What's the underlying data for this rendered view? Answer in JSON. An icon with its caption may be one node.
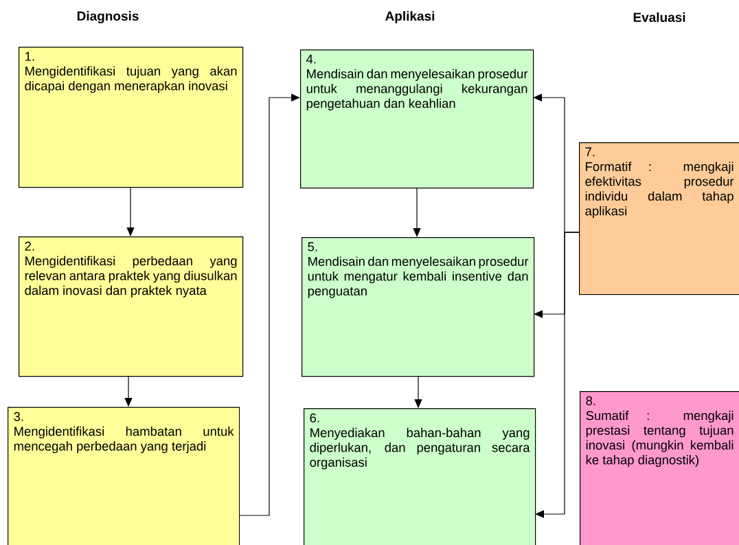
{
  "diagram": {
    "nodes": [
      {
        "text": [
          "1.",
          "Mengidentifikasi tujuan yang akan dicapai dengan menerapkan inovasi"
        ]
      },
      {
        "text": [
          "2.",
          "Mengidentifikasi perbedaan yang relevan antara praktek yang diusulkan dalam inovasi dan praktek nyata"
        ]
      },
      {
        "text": [
          "3.",
          "Mengidentifikasi hambatan untuk mencegah perbedaan yang terjadi"
        ]
      },
      {
        "text": [
          "4.",
          "Mendisain dan menyelesaikan prosedur untuk menanggulangi kekurangan pengetahuan dan keahlian"
        ]
      },
      {
        "text": [
          "5.",
          "Mendisain dan menyelesaikan prosedur untuk mengatur kembali insentive dan penguatan"
        ]
      },
      {
        "text": [
          "6.",
          "Menyediakan bahan-bahan yang diperlukan, dan pengaturan secara organisasi"
        ]
      },
      {
        "text": [
          "7.",
          "Formatif : mengkaji efektivitas prosedur individu dalam tahap aplikasi"
        ]
      },
      {
        "text": [
          "8.",
          "Sumatif : mengkaji prestasi tentang tujuan inovasi (mungkin kembali ke tahap diagnostik)"
        ]
      }
    ],
    "edges": [
      {
        "from": 0,
        "to": 1,
        "arrow": "to"
      },
      {
        "from": 1,
        "to": 2,
        "arrow": "to"
      },
      {
        "from": 2,
        "to": 3,
        "arrow": "to"
      },
      {
        "from": 3,
        "to": 4,
        "arrow": "to"
      },
      {
        "from": 4,
        "to": 5,
        "arrow": "to"
      },
      {
        "from": 6,
        "to": 3,
        "arrow": "to"
      },
      {
        "from": 6,
        "to": 4,
        "arrow": "to"
      },
      {
        "from": 6,
        "to": 5,
        "arrow": "to"
      }
    ],
    "labels": [
      "Diagnosis",
      "Aplikasi",
      "Evaluasi"
    ]
  }
}
